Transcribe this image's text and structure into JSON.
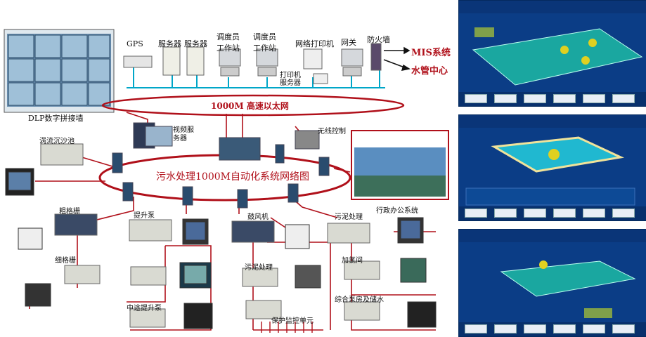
{
  "network": {
    "ethernet_label": "1000M 高速以太网",
    "ring_label": "污水处理1000M自动化系统网络图",
    "external": [
      "MIS系统",
      "水管中心"
    ]
  },
  "devices": {
    "dlp_wall": "DLP数字拼接墙",
    "gps": "GPS",
    "server1": "服务器",
    "server2": "服务器",
    "dispatcher1": "调度员\n工作站",
    "dispatcher2": "调度员\n工作站",
    "net_printer": "网络打印机",
    "gateway": "网关",
    "firewall": "防火墙",
    "print_server": "打印机\n服务器",
    "video_server": "视频服\n务器",
    "wireless": "无线控制",
    "office": "行政办公系统"
  },
  "stations": {
    "sedimentation": "涡流沉沙池",
    "coarse_screen": "粗格栅",
    "fine_screen": "细格栅",
    "lift_pump": "提升泵",
    "blower": "鼓风机",
    "sludge1": "污泥处理",
    "mid_lift": "中途提升泵",
    "sludge2": "污泥处理",
    "chlorine": "加氯间",
    "integrated": "综合泵房及储水",
    "protection": "保护监控单元"
  },
  "screens": {
    "panel1_title": "",
    "panel2_title": "",
    "panel3_title": ""
  },
  "colors": {
    "ring": "#b0101a",
    "ethernet": "#00a6c8",
    "panel": "#0b3d86"
  }
}
